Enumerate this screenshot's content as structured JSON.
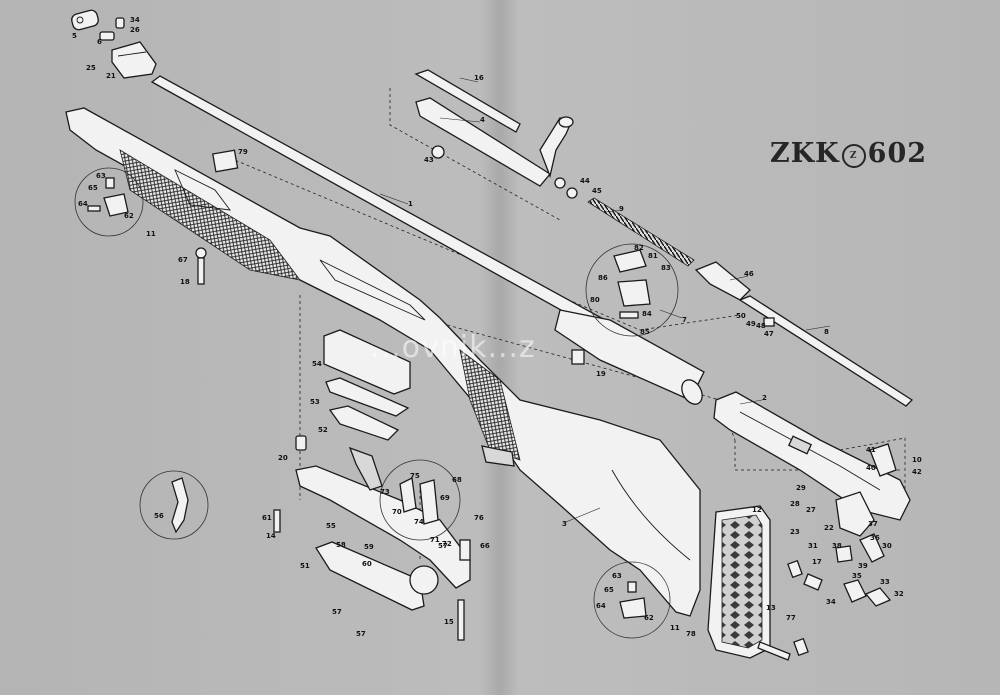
{
  "title": {
    "brand_left": "ZKK",
    "logo_mark": "Z",
    "brand_right": "602"
  },
  "watermark": "...ovnik...z",
  "callouts": [
    {
      "id": "c5",
      "label": "5"
    },
    {
      "id": "c6",
      "label": "6"
    },
    {
      "id": "c34",
      "label": "34"
    },
    {
      "id": "c26",
      "label": "26"
    },
    {
      "id": "c25",
      "label": "25"
    },
    {
      "id": "c21",
      "label": "21"
    },
    {
      "id": "c16",
      "label": "16"
    },
    {
      "id": "c4",
      "label": "4"
    },
    {
      "id": "c43",
      "label": "43"
    },
    {
      "id": "c44",
      "label": "44"
    },
    {
      "id": "c45",
      "label": "45"
    },
    {
      "id": "c9",
      "label": "9"
    },
    {
      "id": "c1",
      "label": "1"
    },
    {
      "id": "c79",
      "label": "79"
    },
    {
      "id": "c63a",
      "label": "63"
    },
    {
      "id": "c65a",
      "label": "65"
    },
    {
      "id": "c64a",
      "label": "64"
    },
    {
      "id": "c62a",
      "label": "62"
    },
    {
      "id": "c11a",
      "label": "11"
    },
    {
      "id": "c67",
      "label": "67"
    },
    {
      "id": "c18",
      "label": "18"
    },
    {
      "id": "c82",
      "label": "82"
    },
    {
      "id": "c81",
      "label": "81"
    },
    {
      "id": "c86",
      "label": "86"
    },
    {
      "id": "c83",
      "label": "83"
    },
    {
      "id": "c80",
      "label": "80"
    },
    {
      "id": "c84",
      "label": "84"
    },
    {
      "id": "c85",
      "label": "85"
    },
    {
      "id": "c7",
      "label": "7"
    },
    {
      "id": "c46",
      "label": "46"
    },
    {
      "id": "c50",
      "label": "50"
    },
    {
      "id": "c49",
      "label": "49"
    },
    {
      "id": "c48",
      "label": "48"
    },
    {
      "id": "c47",
      "label": "47"
    },
    {
      "id": "c8",
      "label": "8"
    },
    {
      "id": "c54",
      "label": "54"
    },
    {
      "id": "c19",
      "label": "19"
    },
    {
      "id": "c53",
      "label": "53"
    },
    {
      "id": "c52",
      "label": "52"
    },
    {
      "id": "c2",
      "label": "2"
    },
    {
      "id": "c20",
      "label": "20"
    },
    {
      "id": "c75",
      "label": "75"
    },
    {
      "id": "c73",
      "label": "73"
    },
    {
      "id": "c68",
      "label": "68"
    },
    {
      "id": "c69",
      "label": "69"
    },
    {
      "id": "c70",
      "label": "70"
    },
    {
      "id": "c74",
      "label": "74"
    },
    {
      "id": "c71",
      "label": "71"
    },
    {
      "id": "c72",
      "label": "72"
    },
    {
      "id": "c76",
      "label": "76"
    },
    {
      "id": "c3",
      "label": "3"
    },
    {
      "id": "c56",
      "label": "56"
    },
    {
      "id": "c61",
      "label": "61"
    },
    {
      "id": "c55",
      "label": "55"
    },
    {
      "id": "c14",
      "label": "14"
    },
    {
      "id": "c58",
      "label": "58"
    },
    {
      "id": "c59",
      "label": "59"
    },
    {
      "id": "c60",
      "label": "60"
    },
    {
      "id": "c57a",
      "label": "57"
    },
    {
      "id": "c66",
      "label": "66"
    },
    {
      "id": "c51",
      "label": "51"
    },
    {
      "id": "c57b",
      "label": "57"
    },
    {
      "id": "c57c",
      "label": "57"
    },
    {
      "id": "c15",
      "label": "15"
    },
    {
      "id": "c12",
      "label": "12"
    },
    {
      "id": "c63b",
      "label": "63"
    },
    {
      "id": "c65b",
      "label": "65"
    },
    {
      "id": "c64b",
      "label": "64"
    },
    {
      "id": "c62b",
      "label": "62"
    },
    {
      "id": "c11b",
      "label": "11"
    },
    {
      "id": "c78",
      "label": "78"
    },
    {
      "id": "c13",
      "label": "13"
    },
    {
      "id": "c77",
      "label": "77"
    },
    {
      "id": "c41",
      "label": "41"
    },
    {
      "id": "c10",
      "label": "10"
    },
    {
      "id": "c40",
      "label": "40"
    },
    {
      "id": "c42",
      "label": "42"
    },
    {
      "id": "c29",
      "label": "29"
    },
    {
      "id": "c28",
      "label": "28"
    },
    {
      "id": "c27",
      "label": "27"
    },
    {
      "id": "c23",
      "label": "23"
    },
    {
      "id": "c22",
      "label": "22"
    },
    {
      "id": "c37",
      "label": "37"
    },
    {
      "id": "c36",
      "label": "36"
    },
    {
      "id": "c31",
      "label": "31"
    },
    {
      "id": "c38",
      "label": "38"
    },
    {
      "id": "c30",
      "label": "30"
    },
    {
      "id": "c17",
      "label": "17"
    },
    {
      "id": "c39",
      "label": "39"
    },
    {
      "id": "c35",
      "label": "35"
    },
    {
      "id": "c33",
      "label": "33"
    },
    {
      "id": "c34b",
      "label": "34"
    },
    {
      "id": "c32",
      "label": "32"
    }
  ]
}
